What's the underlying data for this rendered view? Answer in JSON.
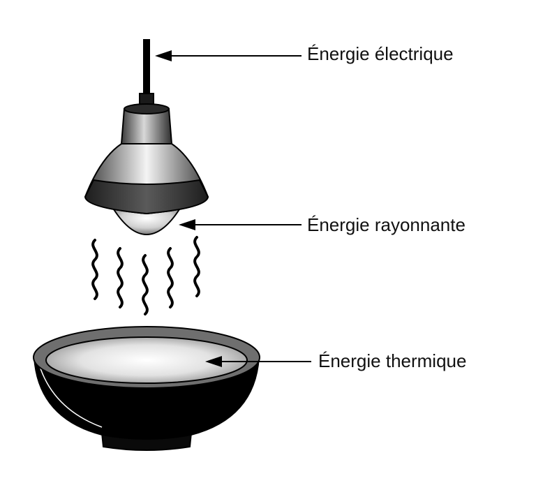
{
  "labels": {
    "electrique": "Énergie électrique",
    "rayonnante": "Énergie rayonnante",
    "thermique": "Énergie thermique"
  },
  "colors": {
    "outline": "#000000",
    "background": "#ffffff",
    "lamp_band": "#3a3a3a",
    "bowl_rim": "#6f6f6f"
  },
  "heat_wave_count": 5
}
